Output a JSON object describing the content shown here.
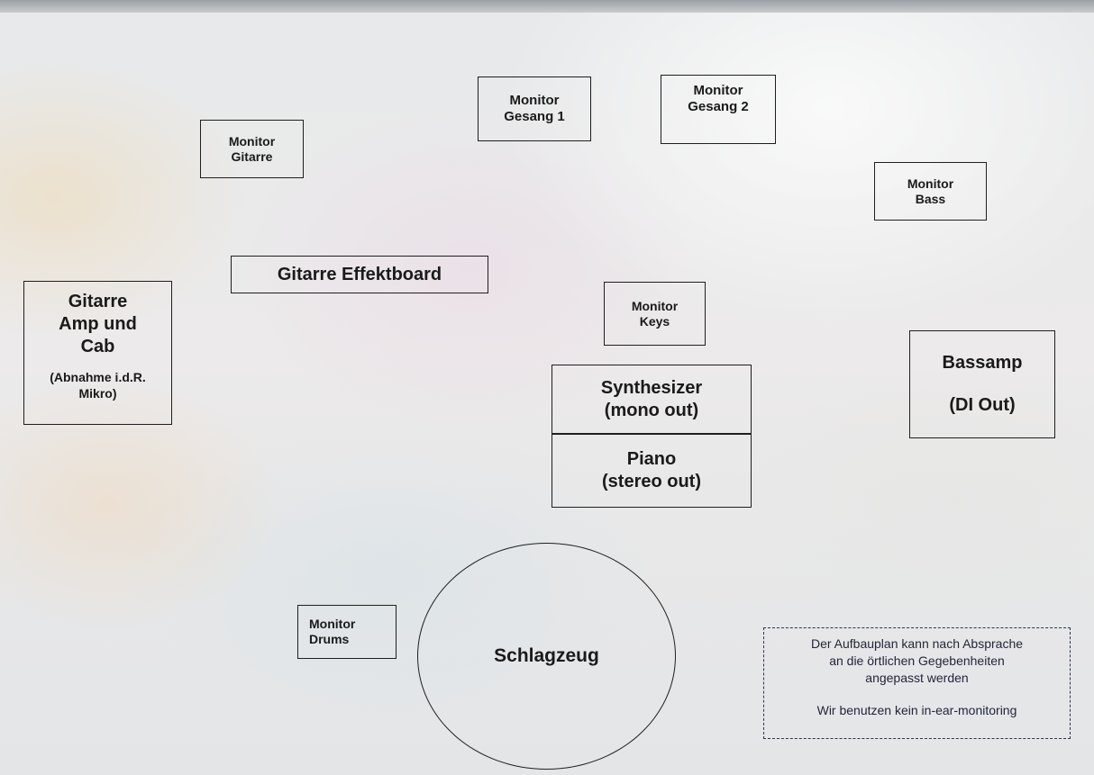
{
  "diagram": {
    "monitor_gitarre": "Monitor\nGitarre",
    "monitor_gesang_1": "Monitor\nGesang 1",
    "monitor_gesang_2": "Monitor\nGesang 2",
    "monitor_bass": "Monitor\nBass",
    "gitarre_effektboard": "Gitarre Effektboard",
    "monitor_keys": "Monitor\nKeys",
    "gitarre_amp": {
      "title": "Gitarre\nAmp und\nCab",
      "subtitle": "(Abnahme i.d.R.\nMikro)"
    },
    "synthesizer": "Synthesizer\n(mono out)",
    "piano": "Piano\n(stereo out)",
    "bassamp": {
      "title": "Bassamp",
      "subtitle": "(DI Out)"
    },
    "monitor_drums": "Monitor\nDrums",
    "schlagzeug": "Schlagzeug",
    "note": {
      "line1": "Der Aufbauplan kann nach Absprache\nan die örtlichen Gegebenheiten\nangepasst werden",
      "line2": "Wir benutzen kein in-ear-monitoring"
    }
  }
}
